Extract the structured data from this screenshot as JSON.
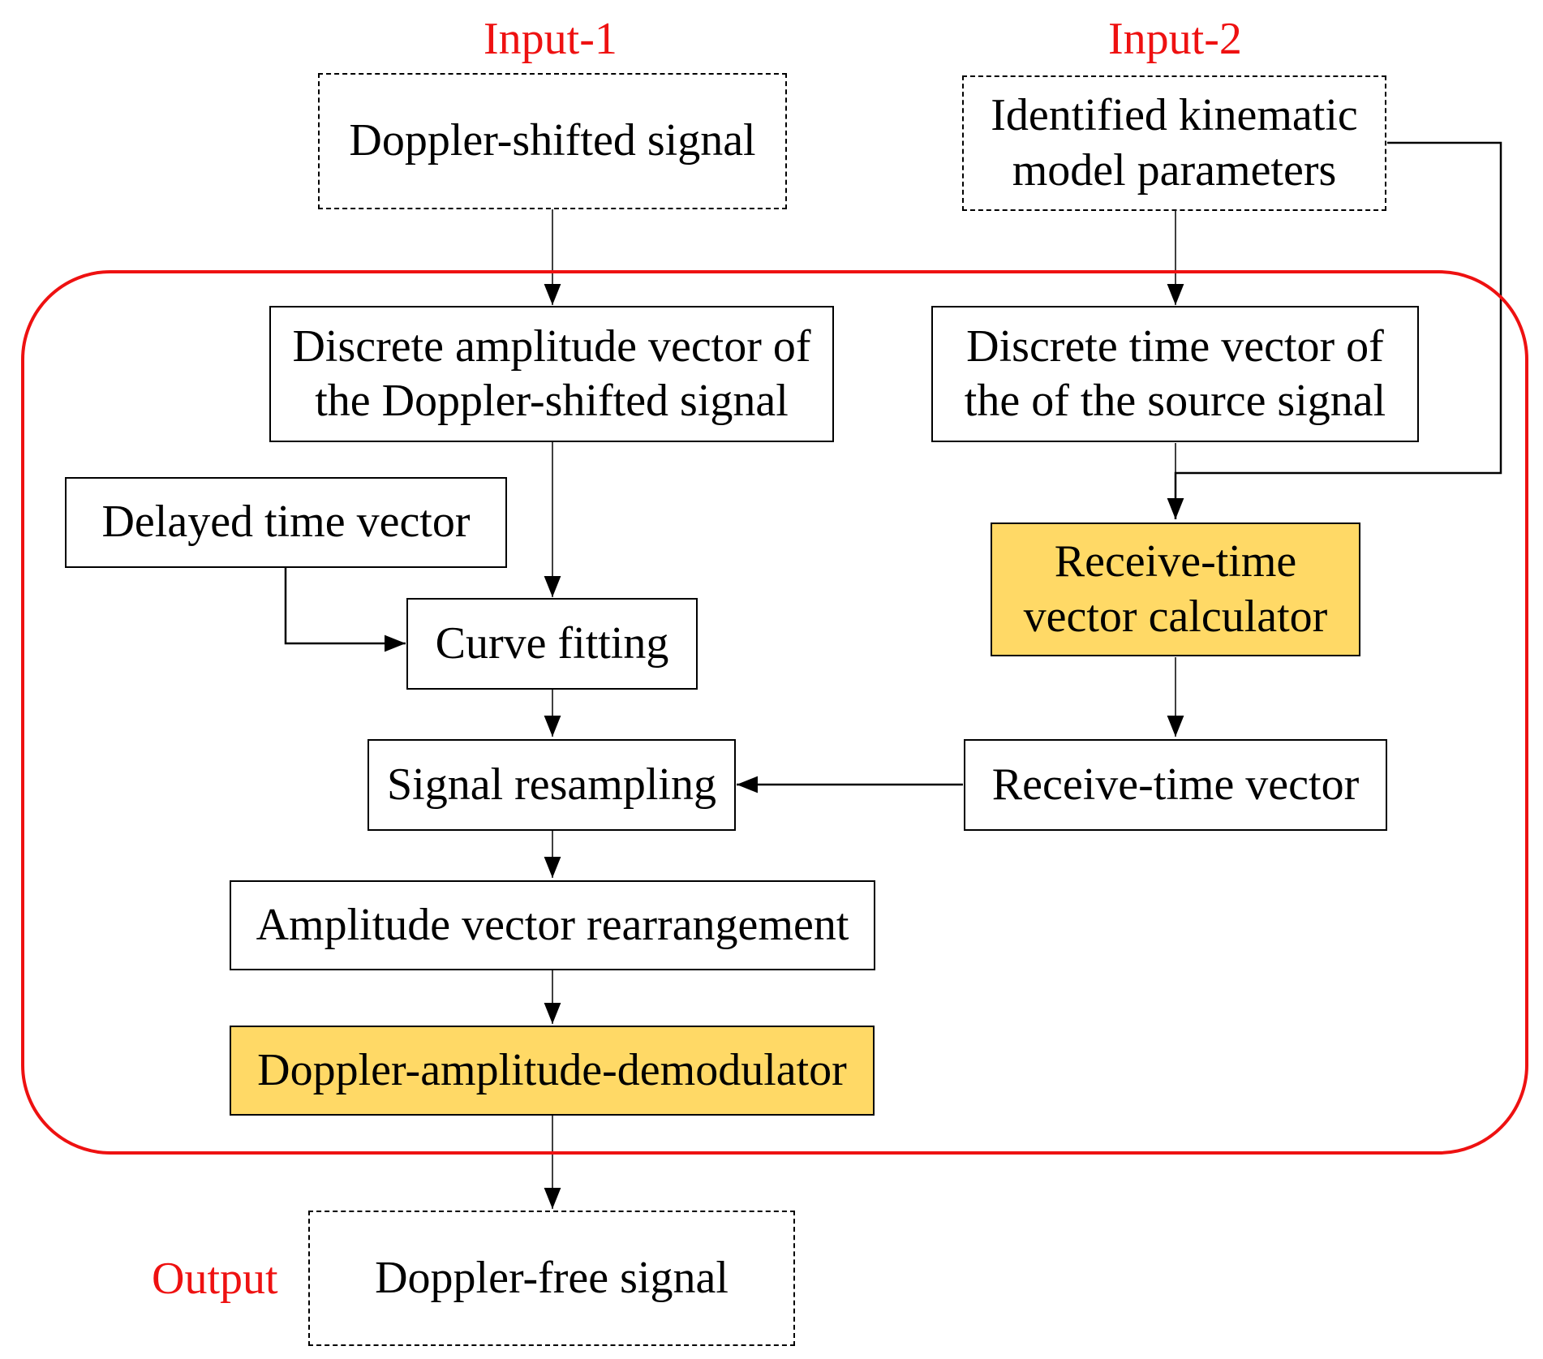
{
  "labels": {
    "input1": "Input-1",
    "input2": "Input-2",
    "output": "Output"
  },
  "nodes": {
    "doppler_shifted_signal": "Doppler-shifted signal",
    "kinematic_params_line1": "Identified kinematic",
    "kinematic_params_line2": "model parameters",
    "discrete_amplitude_line1": "Discrete amplitude vector of",
    "discrete_amplitude_line2": "the Doppler-shifted signal",
    "discrete_time_line1": "Discrete time vector of",
    "discrete_time_line2": "the of the source signal",
    "delayed_time_vector": "Delayed time vector",
    "curve_fitting": "Curve fitting",
    "receive_time_calc_line1": "Receive-time",
    "receive_time_calc_line2": "vector calculator",
    "signal_resampling": "Signal resampling",
    "receive_time_vector": "Receive-time vector",
    "amplitude_rearrangement": "Amplitude vector rearrangement",
    "doppler_demodulator": "Doppler-amplitude-demodulator",
    "doppler_free_signal": "Doppler-free signal"
  },
  "colors": {
    "highlight": "#ffd966",
    "accent_red": "#ee1111",
    "line": "#000000"
  }
}
